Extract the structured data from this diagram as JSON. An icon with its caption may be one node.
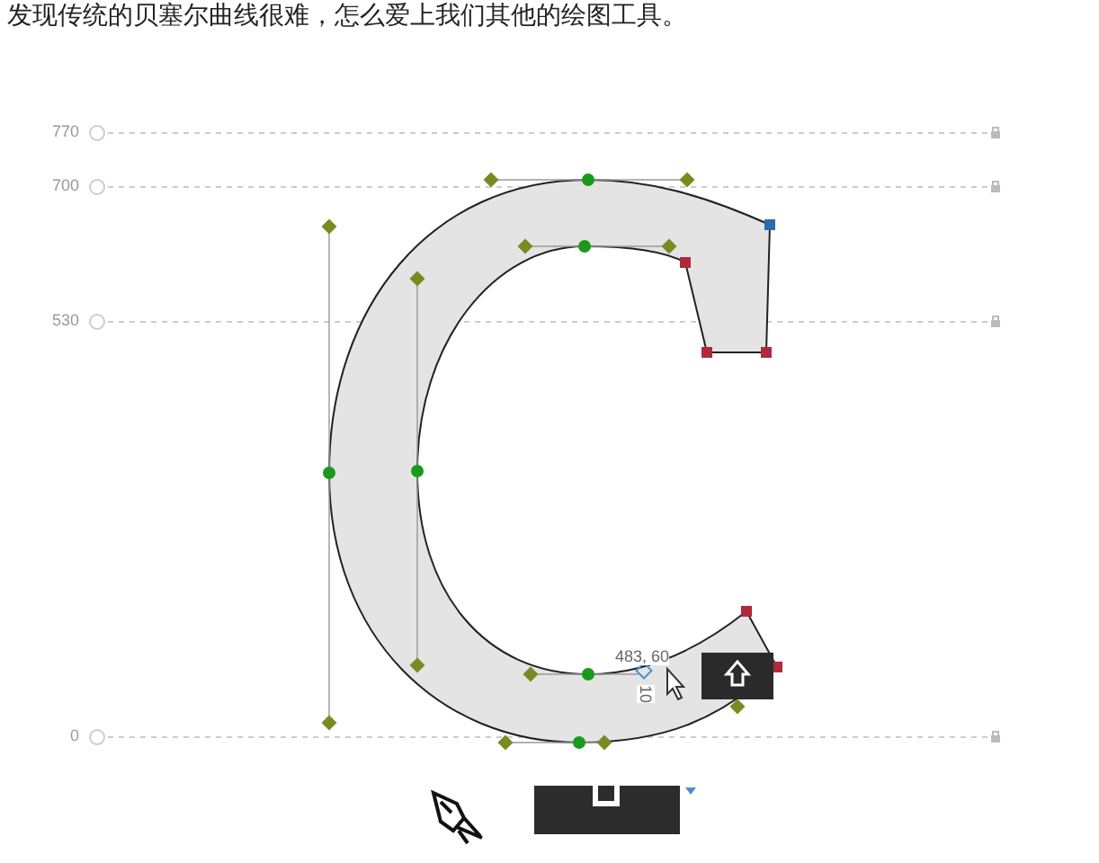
{
  "diagram": {
    "labels": [
      "发现传统的贝塞尔曲线很难，怎么爱上我们其他的绘图工具。",
      "770",
      "700",
      "530",
      "0",
      "483, 60",
      "10"
    ]
  }
}
